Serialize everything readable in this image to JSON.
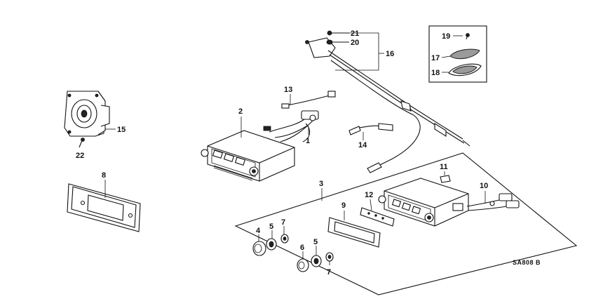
{
  "callouts": {
    "c1": "1",
    "c2": "2",
    "c3": "3",
    "c4": "4",
    "c5a": "5",
    "c5b": "5",
    "c6": "6",
    "c7a": "7",
    "c7b": "7",
    "c8": "8",
    "c9": "9",
    "c10": "10",
    "c11": "11",
    "c12": "12",
    "c13": "13",
    "c14": "14",
    "c15": "15",
    "c16": "16",
    "c17": "17",
    "c18": "18",
    "c19": "19",
    "c20": "20",
    "c21": "21",
    "c22": "22"
  },
  "diagram_code": "SA808 B"
}
